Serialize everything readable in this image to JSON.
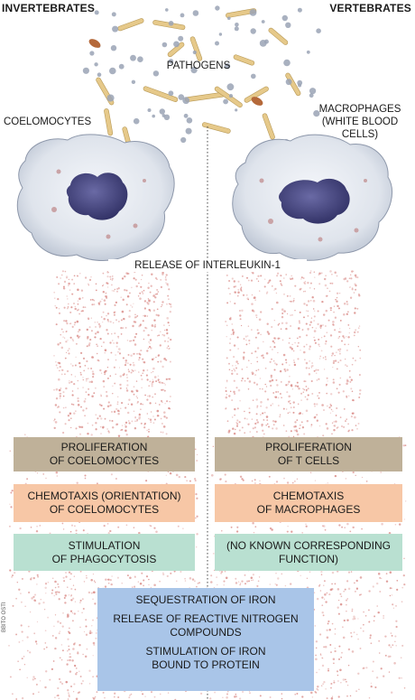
{
  "headers": {
    "left": "INVERTEBRATES",
    "right": "VERTEBRATES"
  },
  "labels": {
    "pathogens": "PATHOGENS",
    "coelomocytes": "COELOMOCYTES",
    "macrophages_line1": "MACROPHAGES",
    "macrophages_line2": "(WHITE BLOOD",
    "macrophages_line3": "CELLS)",
    "interleukin": "RELEASE OF INTERLEUKIN-1"
  },
  "invertebrate_responses": [
    {
      "line1": "PROLIFERATION",
      "line2": "OF COELOMOCYTES"
    },
    {
      "line1": "CHEMOTAXIS (ORIENTATION)",
      "line2": "OF COELOMOCYTES"
    },
    {
      "line1": "STIMULATION",
      "line2": "OF PHAGOCYTOSIS"
    }
  ],
  "vertebrate_responses": [
    {
      "line1": "PROLIFERATION",
      "line2": "OF T CELLS"
    },
    {
      "line1": "CHEMOTAXIS",
      "line2": "OF MACROPHAGES"
    },
    {
      "line1": "(NO KNOWN CORRESPONDING",
      "line2": "FUNCTION)"
    }
  ],
  "shared_responses": {
    "item1": "SEQUESTRATION OF IRON",
    "item2_line1": "RELEASE OF REACTIVE NITROGEN",
    "item2_line2": "COMPOUNDS",
    "item3_line1": "STIMULATION OF IRON",
    "item3_line2": "BOUND TO PROTEIN"
  },
  "credit": "BBITO OSTI",
  "colors": {
    "proliferation": "#bfb199",
    "chemotaxis": "#f7c7a6",
    "stimulation": "#b9e0d1",
    "shared": "#a9c5e8",
    "stipple": "#d98a86",
    "cell_body": "#dfe4ec",
    "nucleus": "#3e3f7a",
    "bacteria": "#e6c98a",
    "virus": "#9aa3b5"
  }
}
